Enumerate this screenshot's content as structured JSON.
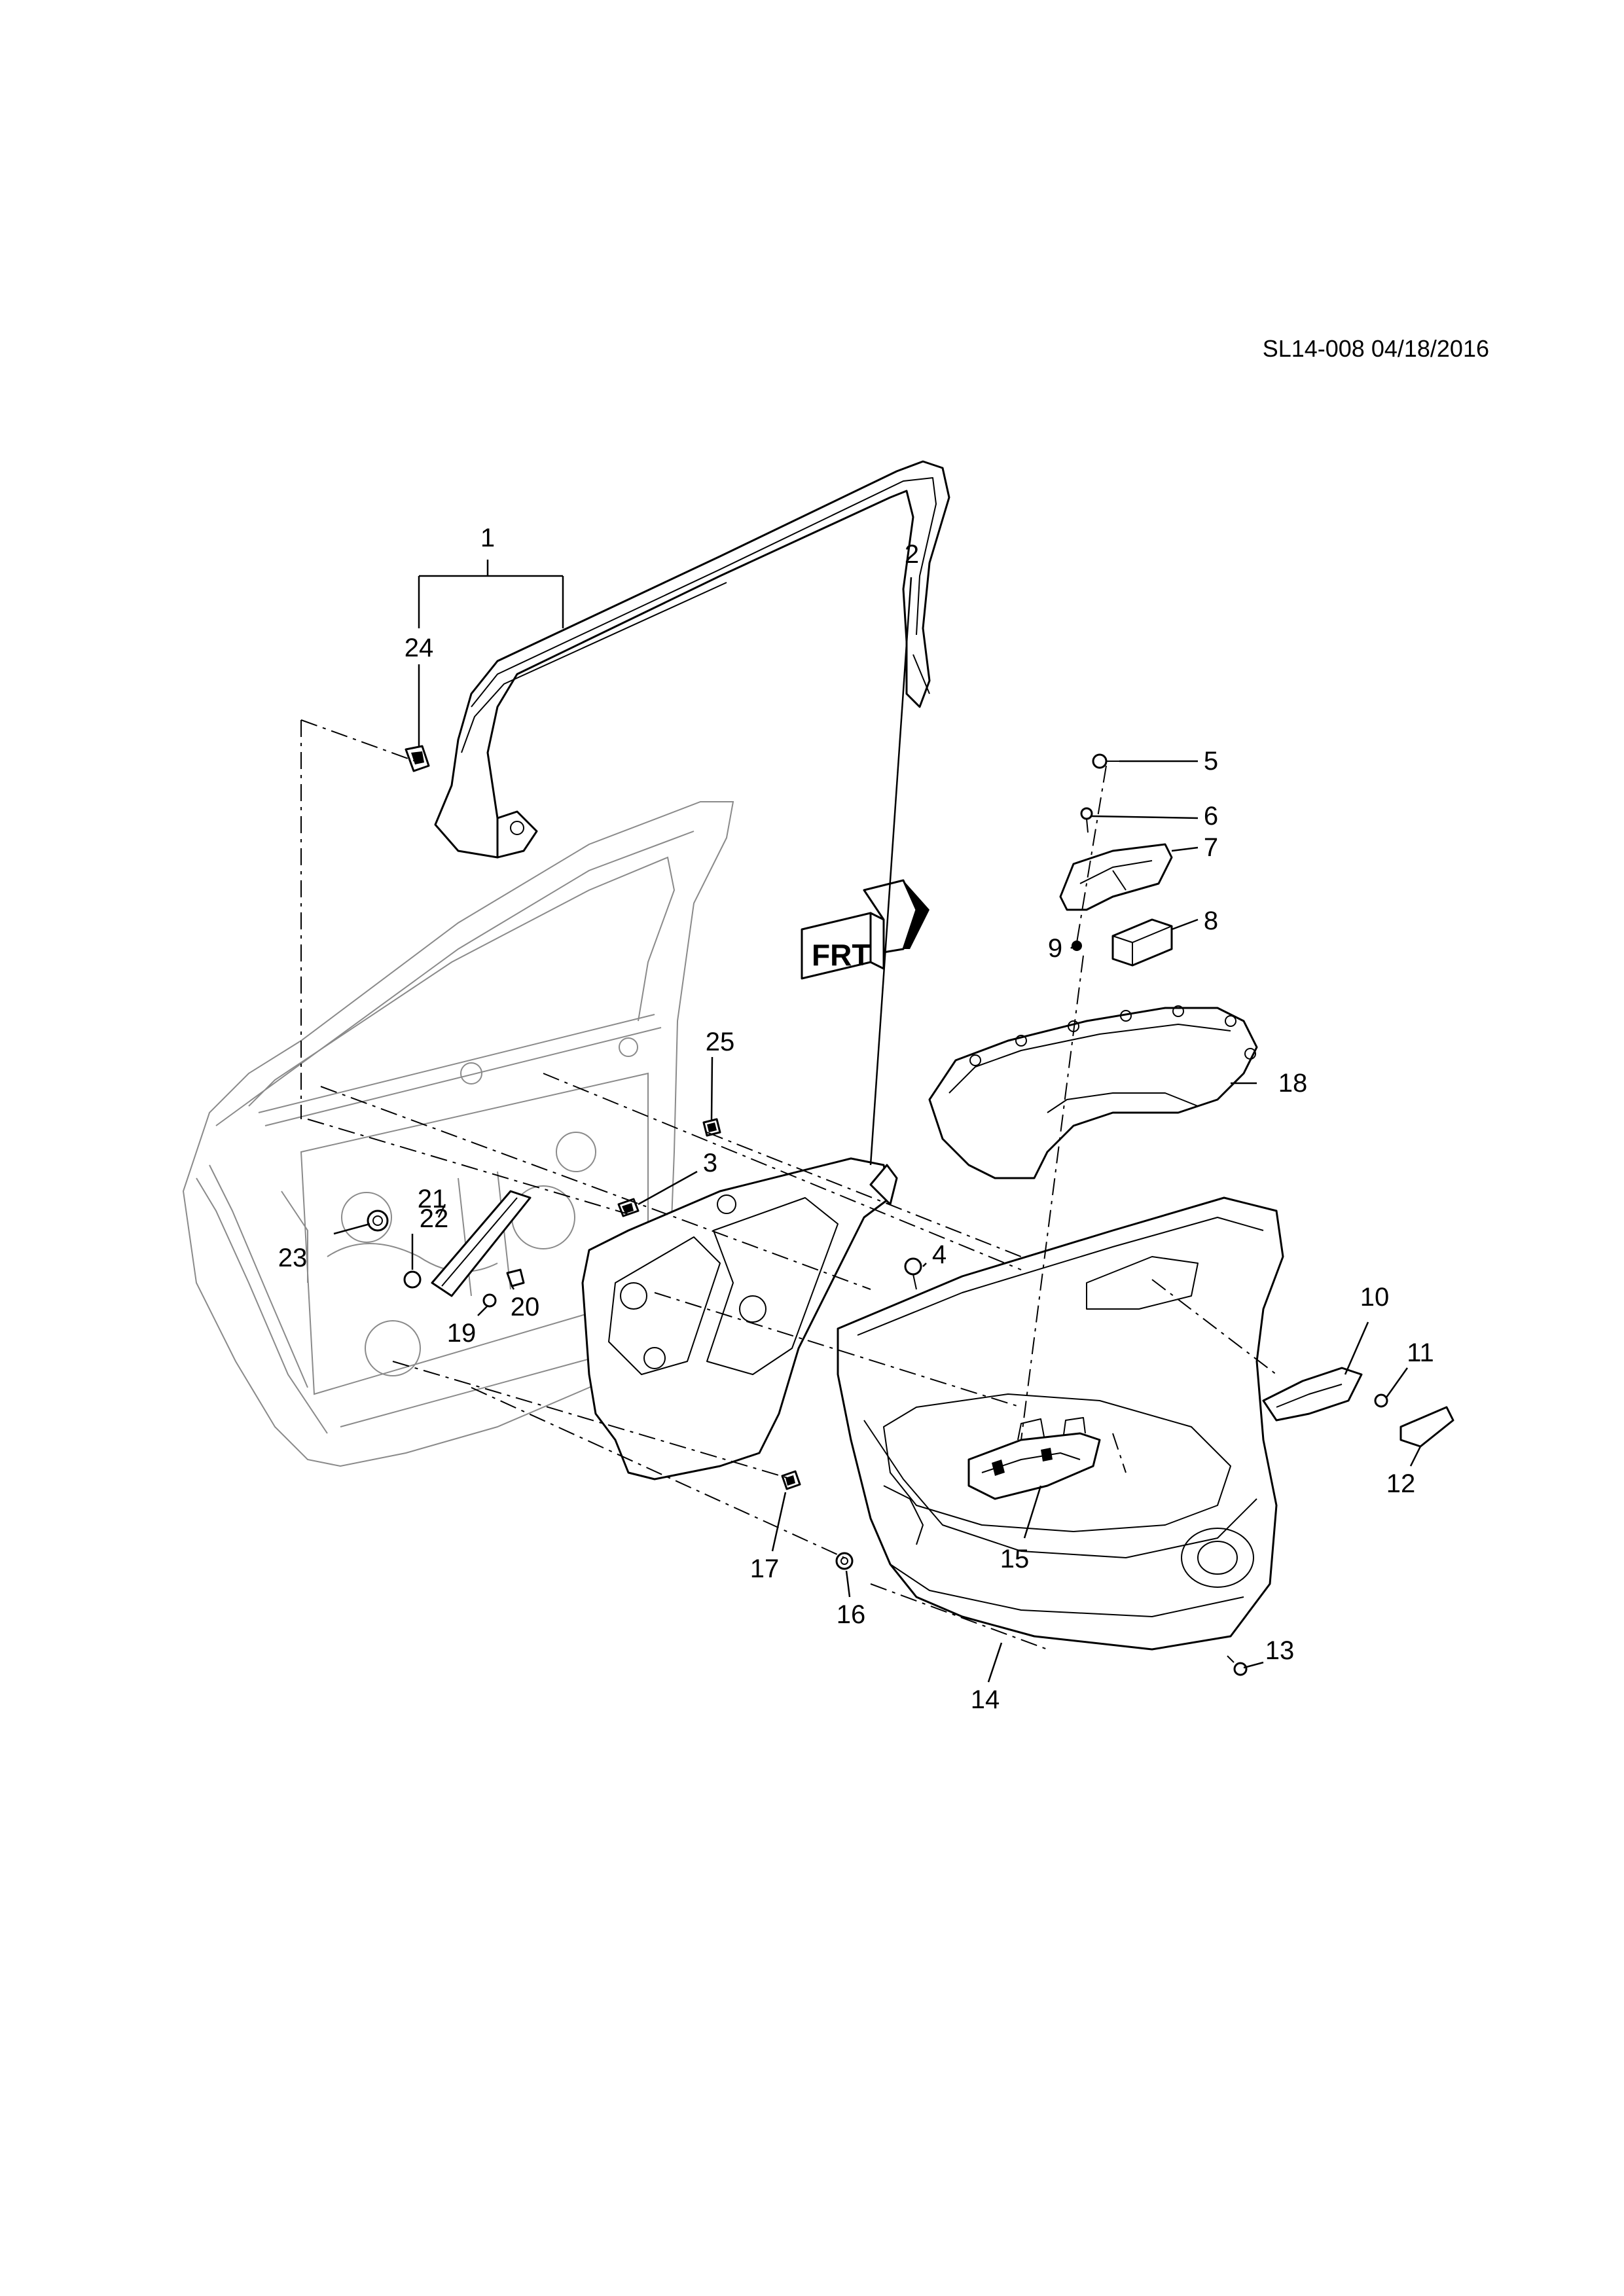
{
  "drawing_code": "SL14-008 04/18/2016",
  "logo_text": "FRT",
  "callouts": {
    "c1": "1",
    "c2": "2",
    "c3": "3",
    "c4": "4",
    "c5": "5",
    "c6": "6",
    "c7": "7",
    "c8": "8",
    "c9": "9",
    "c10": "10",
    "c11": "11",
    "c12": "12",
    "c13": "13",
    "c14": "14",
    "c15": "15",
    "c16": "16",
    "c17": "17",
    "c18": "18",
    "c19": "19",
    "c20": "20",
    "c21": "21",
    "c22": "22",
    "c23": "23",
    "c24": "24",
    "c25": "25"
  }
}
